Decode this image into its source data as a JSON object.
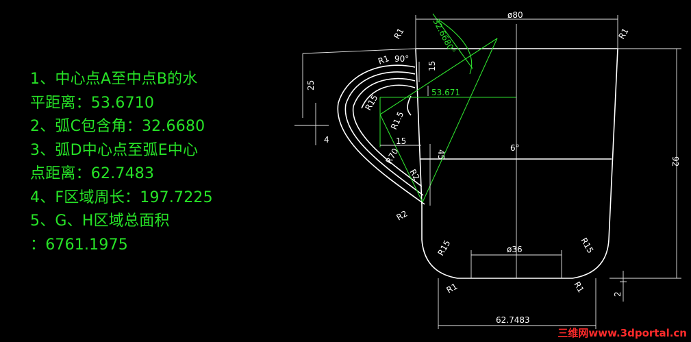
{
  "answers": [
    "1、中心点A至中点B的水",
    "平距离：53.6710",
    "2、弧C包含角：32.6680",
    "3、弧D中心点至弧E中心",
    "点距离：62.7483",
    "4、F区域周长：197.7225",
    "5、G、H区域总面积",
    "：6761.1975"
  ],
  "dims": {
    "top_dia": "ø80",
    "angle": "32.6680°",
    "r1_topleft": "R1",
    "r1_topright": "R1",
    "r1_handle": "R1",
    "angle90": "90°",
    "d25": "25",
    "d15_vert": "15",
    "d53": "53.671",
    "r15_handle": "R15",
    "r1_5": "R1.5",
    "d4": "4",
    "d15_horiz": "15",
    "d45": "45",
    "angle6": "6°",
    "r70": "R70",
    "r2_a": "R2",
    "r2_b": "R2",
    "d92": "92",
    "r15_left": "R15",
    "r15_right": "R15",
    "base_dia": "ø36",
    "r1_bl": "R1",
    "r1_br": "R1",
    "d2": "2",
    "d62": "62.7483"
  },
  "watermark": "三维网www.3dportal.cn"
}
